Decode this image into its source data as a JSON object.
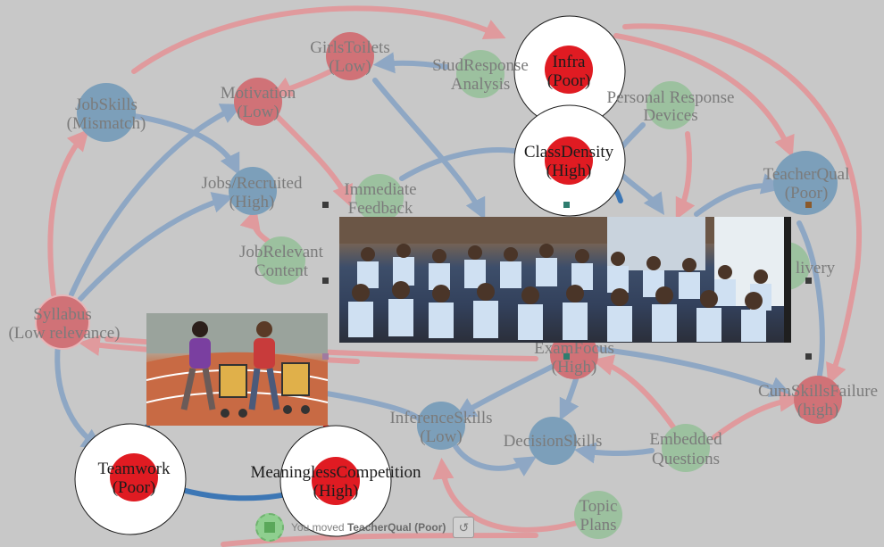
{
  "colors": {
    "background": "#c8c8c8",
    "positive_edge": "#e09a9d",
    "negative_edge": "#8ea7c4",
    "red_node": "#d07277",
    "blue_node": "#7c9fba",
    "green_node": "#9cc19f",
    "focus_red": "#e01b22"
  },
  "nodes": [
    {
      "id": "girls_toilets",
      "line1": "GirlsToilets",
      "line2": "(Low)",
      "color": "red"
    },
    {
      "id": "stud_response",
      "line1": "StudResponse",
      "line2": "Analysis",
      "color": "green"
    },
    {
      "id": "infra",
      "line1": "Infra",
      "line2": "(Poor)",
      "color": "focus"
    },
    {
      "id": "personal_response",
      "line1": "Personal Response",
      "line2": "Devices",
      "color": "green"
    },
    {
      "id": "job_skills",
      "line1": "JobSkills",
      "line2": "(Mismatch)",
      "color": "blue"
    },
    {
      "id": "motivation",
      "line1": "Motivation",
      "line2": "(Low)",
      "color": "red"
    },
    {
      "id": "class_density",
      "line1": "ClassDensity",
      "line2": "(High)",
      "color": "focus"
    },
    {
      "id": "teacher_qual",
      "line1": "TeacherQual",
      "line2": "(Poor)",
      "color": "blue"
    },
    {
      "id": "jobs_recruited",
      "line1": "Jobs/Recruited",
      "line2": "(High)",
      "color": "blue"
    },
    {
      "id": "immediate_feedback",
      "line1": "Immediate",
      "line2": "Feedback",
      "color": "green"
    },
    {
      "id": "job_relevant",
      "line1": "JobRelevant",
      "line2": "Content",
      "color": "green"
    },
    {
      "id": "delivery",
      "line1": "livery",
      "line2": "",
      "color": "green"
    },
    {
      "id": "syllabus",
      "line1": "Syllabus",
      "line2": "(Low relevance)",
      "color": "red"
    },
    {
      "id": "exam_focus",
      "line1": "ExamFocus",
      "line2": "(High)",
      "color": "red"
    },
    {
      "id": "cum_skills",
      "line1": "CumSkillsFailure",
      "line2": "(high)",
      "color": "red"
    },
    {
      "id": "inference_skills",
      "line1": "InferenceSkills",
      "line2": "(Low)",
      "color": "blue"
    },
    {
      "id": "decision_skills",
      "line1": "DecisionSkills",
      "line2": "",
      "color": "blue"
    },
    {
      "id": "embedded_questions",
      "line1": "Embedded",
      "line2": "Questions",
      "color": "green"
    },
    {
      "id": "teamwork",
      "line1": "Teamwork",
      "line2": "(Poor)",
      "color": "focus"
    },
    {
      "id": "meaningless_competition",
      "line1": "MeaninglessCompetition",
      "line2": "(High)",
      "color": "focus"
    },
    {
      "id": "topic_plans",
      "line1": "Topic",
      "line2": "Plans",
      "color": "green"
    }
  ],
  "status": {
    "prefix": "You moved ",
    "bold": "TeacherQual (Poor)",
    "undo_symbol": "↺"
  }
}
